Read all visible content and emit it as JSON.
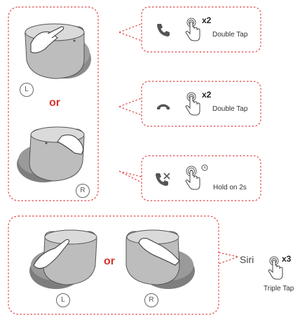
{
  "panel_top": {
    "or_text": "or",
    "left_marker": "L",
    "right_marker": "R"
  },
  "actions": [
    {
      "icon": "phone-answer-icon",
      "multiplier": "x2",
      "label": "Double Tap"
    },
    {
      "icon": "phone-hangup-icon",
      "multiplier": "x2",
      "label": "Double Tap"
    },
    {
      "icon": "phone-reject-icon",
      "multiplier": "",
      "label": "Hold on 2s"
    }
  ],
  "panel_bottom": {
    "or_text": "or",
    "left_marker": "L",
    "right_marker": "R",
    "siri_label": "Siri",
    "multiplier": "x3",
    "gesture_label": "Triple Tap"
  },
  "colors": {
    "accent": "#e04545",
    "gray_body": "#b9b9b9",
    "gray_dark": "#7a7a7a"
  }
}
